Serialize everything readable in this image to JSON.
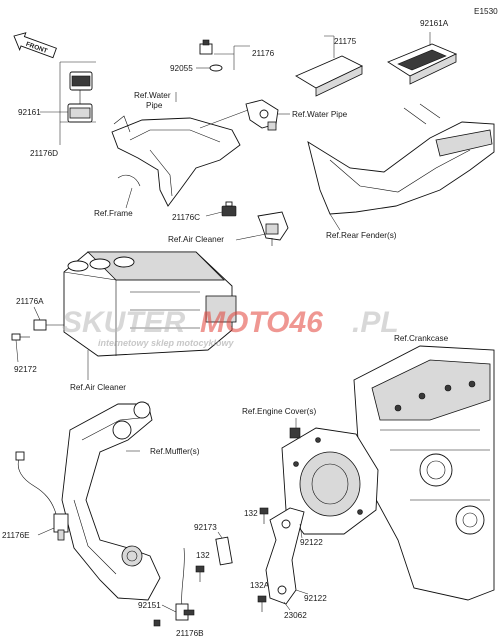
{
  "diagram_code": "E1530",
  "front_label": "FRONT",
  "watermark": {
    "brand_part1": "SKUTER",
    "brand_part2": "MOTO46",
    "brand_part3": ".PL",
    "tagline": "internetowy sklep motocyklowy"
  },
  "labels": {
    "p21176_top": "21176",
    "p92055": "92055",
    "p21175": "21175",
    "p92161A": "92161A",
    "p92161": "92161",
    "p21176D": "21176D",
    "ref_water_pipe_left": "Ref.Water\nPipe",
    "ref_water_pipe_right": "Ref.Water Pipe",
    "ref_frame": "Ref.Frame",
    "p21176C": "21176C",
    "ref_air_cleaner_top": "Ref.Air Cleaner",
    "ref_rear_fender": "Ref.Rear Fender(s)",
    "p21176A": "21176A",
    "p92172": "92172",
    "ref_air_cleaner_bottom": "Ref.Air Cleaner",
    "ref_crankcase": "Ref.Crankcase",
    "ref_engine_cover": "Ref.Engine Cover(s)",
    "ref_muffler": "Ref.Muffler(s)",
    "p21176E": "21176E",
    "p92173": "92173",
    "p132_top": "132",
    "p92122_top": "92122",
    "p132_mid": "132",
    "p132A": "132A",
    "p92122_bottom": "92122",
    "p23062": "23062",
    "p92151": "92151",
    "p21176B": "21176B"
  }
}
